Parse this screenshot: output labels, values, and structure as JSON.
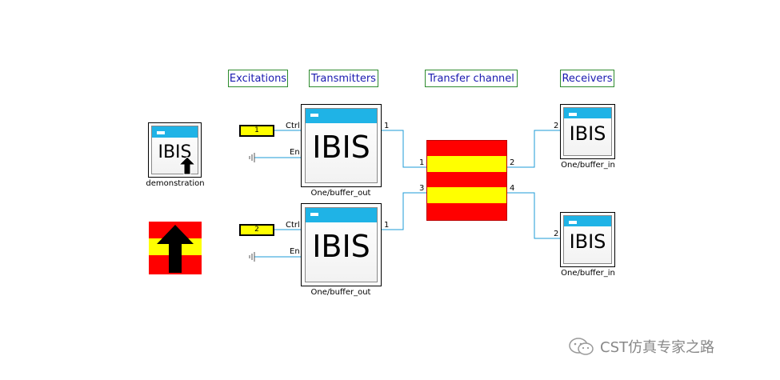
{
  "sections": {
    "excitations": "Excitations",
    "transmitters": "Transmitters",
    "transfer_channel": "Transfer channel",
    "receivers": "Receivers"
  },
  "ibis_text": "IBIS",
  "demonstration": {
    "label": "demonstration"
  },
  "transmitters": [
    {
      "label": "One/buffer_out",
      "pin_ctrl": "Ctrl",
      "pin_en": "En",
      "pin_out": "1"
    },
    {
      "label": "One/buffer_out",
      "pin_ctrl": "Ctrl",
      "pin_en": "En",
      "pin_out": "1"
    }
  ],
  "ports": [
    {
      "label": "1"
    },
    {
      "label": "2"
    }
  ],
  "channel": {
    "pins": [
      "1",
      "2",
      "3",
      "4"
    ]
  },
  "receivers": [
    {
      "label": "One/buffer_in",
      "pin": "2"
    },
    {
      "label": "One/buffer_in",
      "pin": "2"
    }
  ],
  "watermark": "CST仿真专家之路",
  "colors": {
    "wire": "#1e9bd7",
    "port_fill": "#ffff00",
    "channel_red": "#ff0000",
    "channel_yellow": "#ffff00",
    "label_text": "#1a1ab0",
    "label_border": "#2e8b2e",
    "ibis_bar": "#1fb3e6"
  }
}
